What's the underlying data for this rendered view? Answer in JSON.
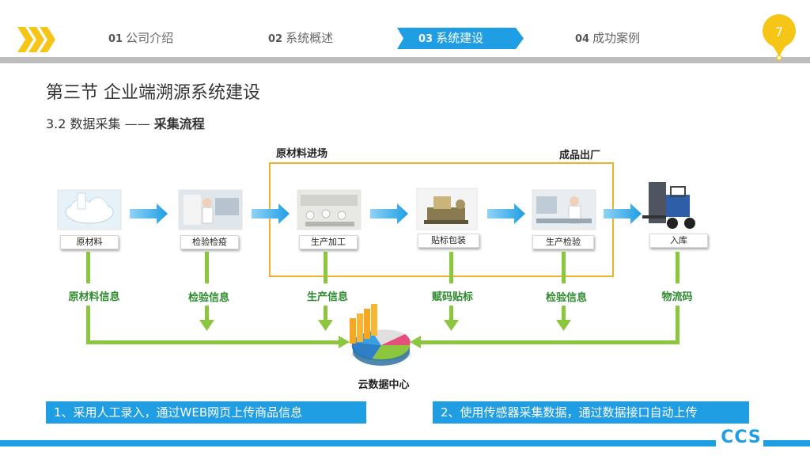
{
  "header": {
    "tabs": [
      {
        "num": "01",
        "label": "公司介绍"
      },
      {
        "num": "02",
        "label": "系统概述"
      },
      {
        "num": "03",
        "label": "系统建设"
      },
      {
        "num": "04",
        "label": "成功案例"
      }
    ],
    "active_tab": 2,
    "page_number": "7",
    "colors": {
      "accent_blue": "#1f9ee3",
      "badge_yellow": "#f5c518",
      "green": "#8cc63f",
      "frame_orange": "#f0b030"
    }
  },
  "title": "第三节 企业端溯源系统建设",
  "subtitle": {
    "prefix": "3.2  数据采集 —— ",
    "bold": "采集流程"
  },
  "flow": {
    "frame_start_label": "原材料进场",
    "frame_end_label": "成品出厂",
    "steps": [
      {
        "label": "原材料",
        "icon": "milk-splash-image",
        "info": "原材料信息"
      },
      {
        "label": "检验检疫",
        "icon": "lab-inspection-image",
        "info": "检验信息"
      },
      {
        "label": "生产加工",
        "icon": "production-line-image",
        "info": "生产信息"
      },
      {
        "label": "贴标包装",
        "icon": "labeling-machine-image",
        "info": "赋码贴标"
      },
      {
        "label": "生产检验",
        "icon": "quality-check-image",
        "info": "检验信息"
      },
      {
        "label": "入库",
        "icon": "forklift-image",
        "info": "物流码"
      }
    ],
    "cloud_label": "云数据中心"
  },
  "notes": [
    "1、采用人工录入，通过WEB网页上传商品信息",
    "2、使用传感器采集数据，通过数据接口自动上传"
  ],
  "footer": {
    "logo": "CCS"
  }
}
